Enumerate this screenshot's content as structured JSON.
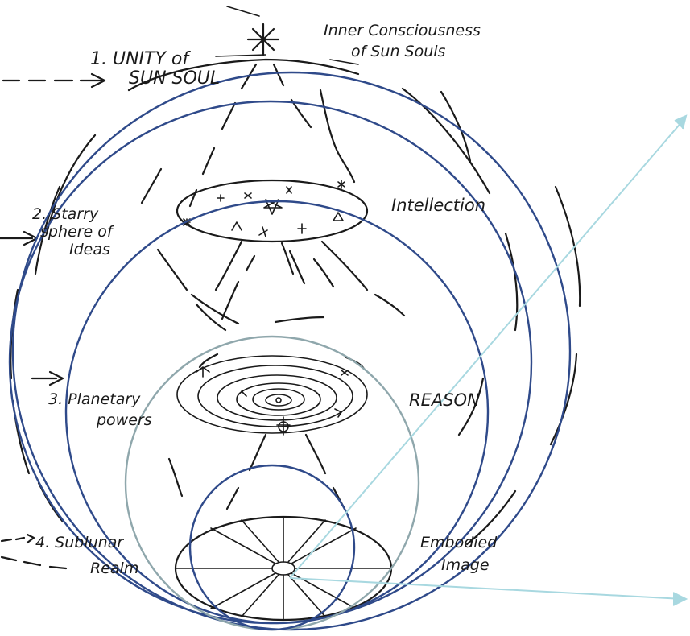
{
  "labels": {
    "unity_line1": "1. UNITY of",
    "unity_line2": "SUN SOUL",
    "inner_line1": "Inner Consciousness",
    "inner_line2": "of Sun Souls",
    "starry_line1": "2. Starry",
    "starry_line2": "sphere of",
    "starry_line3": "Ideas",
    "intellection": "Intellection",
    "planetary_line1": "3. Planetary",
    "planetary_line2": "powers",
    "reason": "REASON",
    "sublunar_line1": "4. Sublunar",
    "sublunar_line2": "Realm",
    "embodied_line1": "Embodied",
    "embodied_line2": "Image"
  },
  "colors": {
    "ink": "#1a1a1a",
    "circle_dark": "#2f4a8a",
    "circle_grey": "#8fa7ac",
    "arrow_light": "#a8d8e0"
  }
}
